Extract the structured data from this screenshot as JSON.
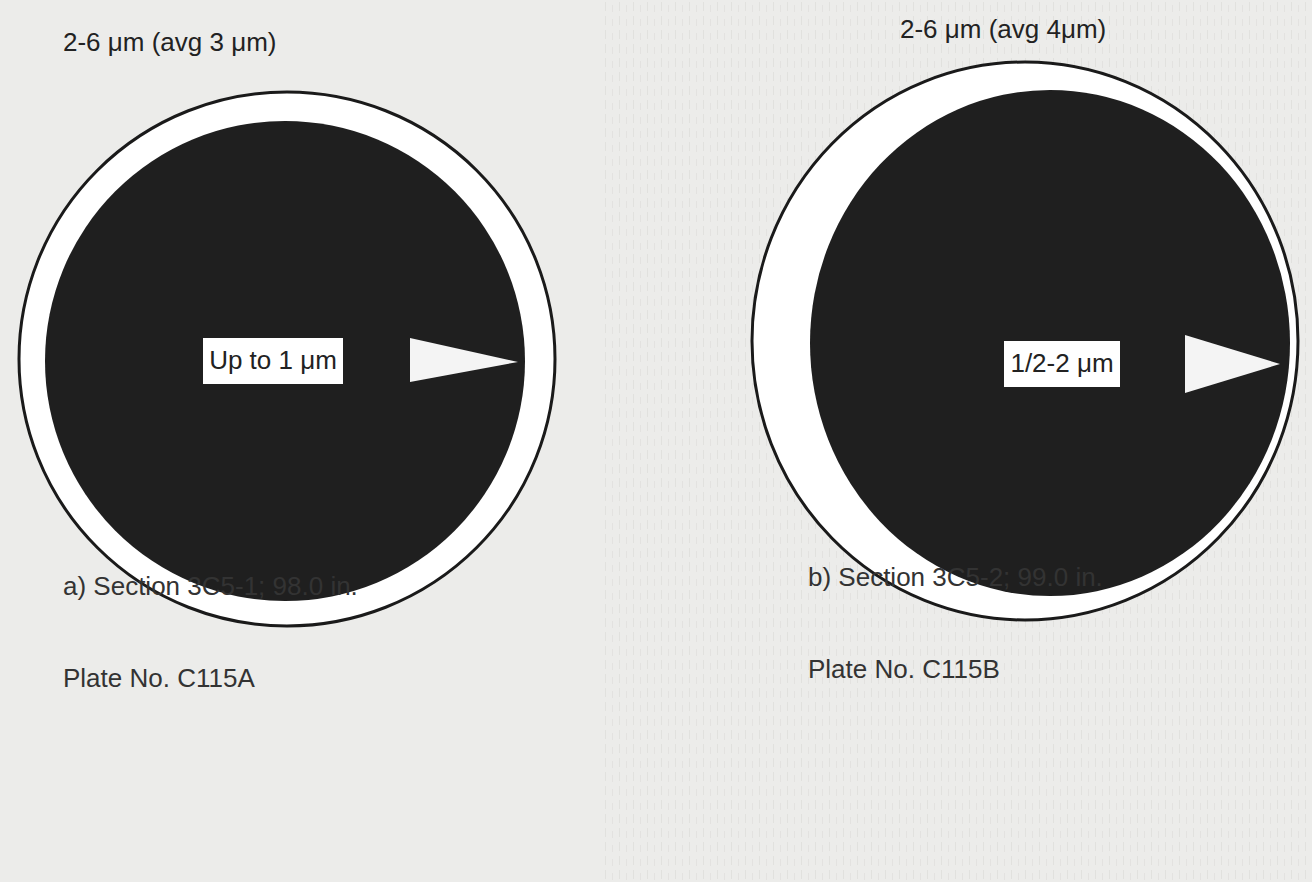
{
  "diagram": {
    "nodes": [
      {
        "text": [
          "2-6 μm (avg 3 μm)",
          "Up to 1 μm"
        ]
      },
      {
        "text": [
          "2-6 μm (avg 4μm)",
          "1/2-2 μm"
        ]
      }
    ],
    "labels": [
      "a) Section 3C5-1; 98.0 in.",
      "Plate No. C115A",
      "b) Section 3C5-2; 99.0 in.",
      "Plate No. C115B"
    ]
  }
}
